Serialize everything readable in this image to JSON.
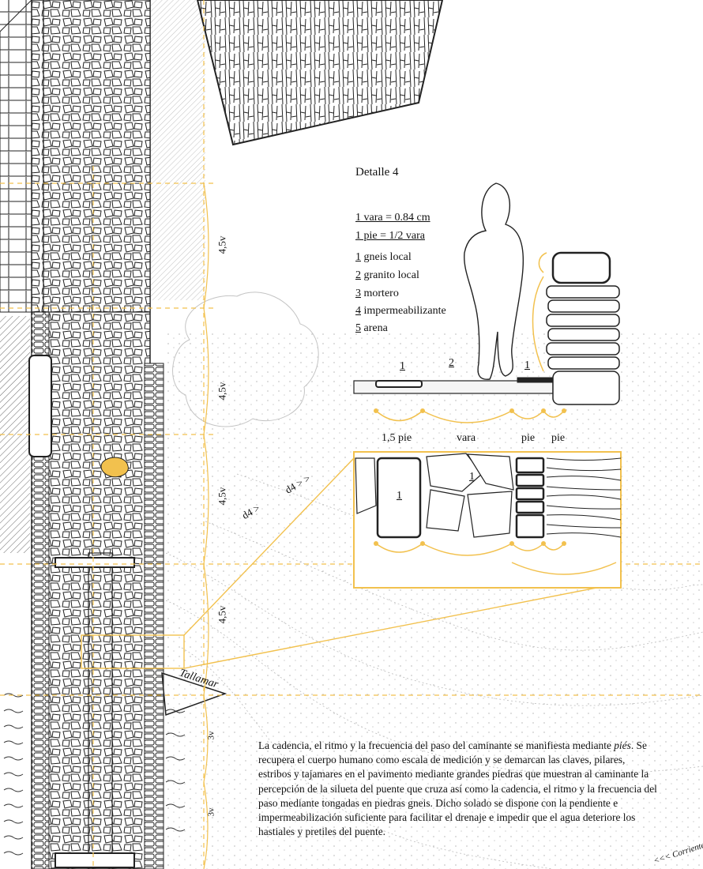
{
  "detail": {
    "title": "Detalle 4",
    "scale_1": "1 vara = 0.84 cm",
    "scale_2": "1 pie = 1/2 vara"
  },
  "legend": [
    {
      "num": "1",
      "label": "gneis local"
    },
    {
      "num": "2",
      "label": "granito local"
    },
    {
      "num": "3",
      "label": "mortero"
    },
    {
      "num": "4",
      "label": "impermeabilizante"
    },
    {
      "num": "5",
      "label": "arena"
    }
  ],
  "section_labels": {
    "a": "1",
    "b": "2",
    "c": "1"
  },
  "plan_labels": {
    "a": "1",
    "b": "1"
  },
  "measure_labels": [
    "1,5 pie",
    "vara",
    "pie",
    "pie"
  ],
  "dimensions": [
    "4,5v",
    "4,5v",
    "4,5v",
    "4,5v",
    "3v",
    "3v"
  ],
  "arrows": [
    "d4 >",
    "d4 > >"
  ],
  "tallamar": "Tallamar",
  "corriente": "<<< Corriente",
  "paragraph": {
    "p1": "La cadencia, el ritmo y la frecuencia del paso del caminante se manifiesta mediante ",
    "em": "piés",
    "p2": ". Se recupera el cuerpo humano como escala de medición y se demarcan las claves, pilares, estribos y tajamares en el pavimento mediante grandes piedras que muestran al caminante la percepción de la silueta del puente que cruza así como la cadencia, el ritmo y la frecuencia del paso mediante tongadas en piedras gneis. Dicho solado se dispone con la pendiente e impermeabilización suficiente para facilitar el drenaje e impedir que el agua deteriore los hastiales y pretiles del puente."
  },
  "colors": {
    "accent": "#f2c14e",
    "ink": "#111111",
    "soft": "#bbbbbb"
  }
}
